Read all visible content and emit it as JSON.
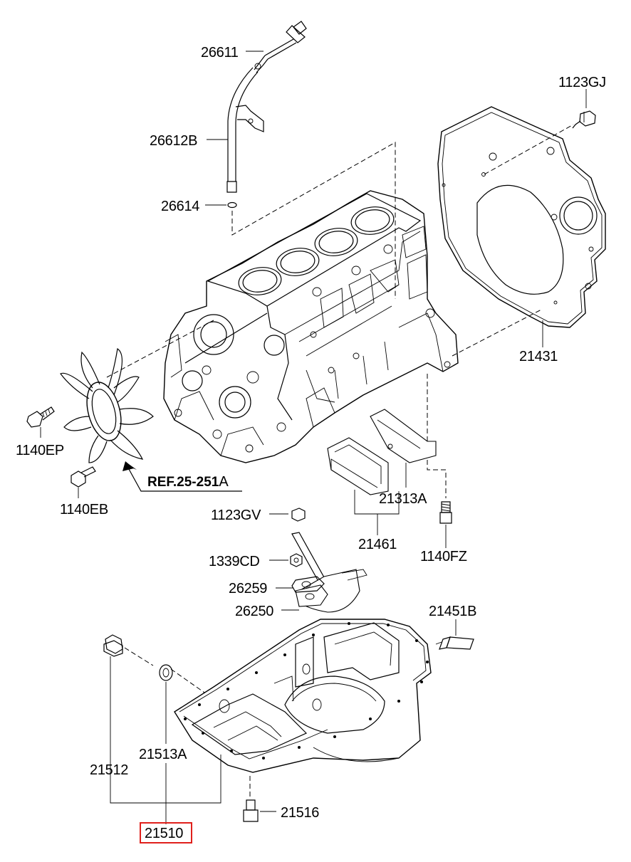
{
  "diagram": {
    "reference": {
      "bold_text": "REF.25-251",
      "suffix": "A"
    },
    "highlight_color": "#e0201b",
    "highlighted_part": "21510",
    "parts": [
      {
        "id": "dipstick",
        "number": "26611"
      },
      {
        "id": "dipstick-guide",
        "number": "26612B"
      },
      {
        "id": "o-ring",
        "number": "26614"
      },
      {
        "id": "bolt-top-right",
        "number": "1123GJ"
      },
      {
        "id": "rear-plate",
        "number": "21431"
      },
      {
        "id": "fan-bolt",
        "number": "1140EP"
      },
      {
        "id": "bolt-small",
        "number": "1140EB"
      },
      {
        "id": "bracket",
        "number": "21313A"
      },
      {
        "id": "bolt-mid",
        "number": "1123GV"
      },
      {
        "id": "stiffener",
        "number": "21461"
      },
      {
        "id": "bolt-bracket",
        "number": "1140FZ"
      },
      {
        "id": "nut",
        "number": "1339CD"
      },
      {
        "id": "gasket",
        "number": "26259"
      },
      {
        "id": "oil-screen",
        "number": "26250"
      },
      {
        "id": "sensor",
        "number": "21451B"
      },
      {
        "id": "drain-plug",
        "number": "21512"
      },
      {
        "id": "drain-washer",
        "number": "21513A"
      },
      {
        "id": "pan-bolt",
        "number": "21516"
      },
      {
        "id": "oil-pan",
        "number": "21510"
      }
    ]
  }
}
